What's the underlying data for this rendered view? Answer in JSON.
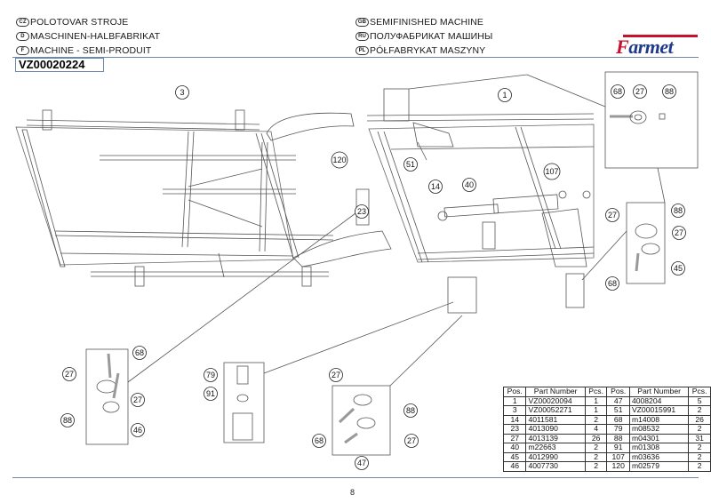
{
  "header": {
    "titles": [
      {
        "lang": "CZ",
        "text": "POLOTOVAR STROJE"
      },
      {
        "lang": "D",
        "text": "MASCHINEN-HALBFABRIKAT"
      },
      {
        "lang": "F",
        "text": "MACHINE - SEMI-PRODUIT"
      },
      {
        "lang": "GB",
        "text": "SEMIFINISHED MACHINE"
      },
      {
        "lang": "RU",
        "text": "ПОЛУФАБРИКАТ МАШИНЫ"
      },
      {
        "lang": "PL",
        "text": "PÓŁFABRYKAT MASZYNY"
      }
    ],
    "assembly_code": "VZ00020224",
    "logo": {
      "first_letter": "F",
      "rest": "armet"
    },
    "colors": {
      "rule": "#6d89a6",
      "logo_red": "#c8102e",
      "logo_blue": "#1f3a8a"
    }
  },
  "diagram": {
    "callouts": [
      {
        "label": "3"
      },
      {
        "label": "1"
      },
      {
        "label": "120"
      },
      {
        "label": "51"
      },
      {
        "label": "107"
      },
      {
        "label": "14"
      },
      {
        "label": "40"
      },
      {
        "label": "23"
      },
      {
        "label": "68"
      },
      {
        "label": "27"
      },
      {
        "label": "88"
      },
      {
        "label": "27"
      },
      {
        "label": "88"
      },
      {
        "label": "27"
      },
      {
        "label": "45"
      },
      {
        "label": "68"
      },
      {
        "label": "68"
      },
      {
        "label": "27"
      },
      {
        "label": "27"
      },
      {
        "label": "88"
      },
      {
        "label": "46"
      },
      {
        "label": "79"
      },
      {
        "label": "91"
      },
      {
        "label": "27"
      },
      {
        "label": "88"
      },
      {
        "label": "68"
      },
      {
        "label": "27"
      },
      {
        "label": "47"
      }
    ]
  },
  "parts_table": {
    "headers": [
      "Pos.",
      "Part Number",
      "Pcs.",
      "Pos.",
      "Part Number",
      "Pcs."
    ],
    "rows": [
      [
        "1",
        "VZ00020094",
        "1",
        "47",
        "4008204",
        "5"
      ],
      [
        "3",
        "VZ00052271",
        "1",
        "51",
        "VZ00015991",
        "2"
      ],
      [
        "14",
        "4011581",
        "2",
        "68",
        "m14008",
        "26"
      ],
      [
        "23",
        "4013090",
        "4",
        "79",
        "m08532",
        "2"
      ],
      [
        "27",
        "4013139",
        "26",
        "88",
        "m04301",
        "31"
      ],
      [
        "40",
        "m22663",
        "2",
        "91",
        "m01308",
        "2"
      ],
      [
        "45",
        "4012990",
        "2",
        "107",
        "m03636",
        "2"
      ],
      [
        "46",
        "4007730",
        "2",
        "120",
        "m02579",
        "2"
      ]
    ]
  },
  "footer": {
    "page_number": "8"
  }
}
